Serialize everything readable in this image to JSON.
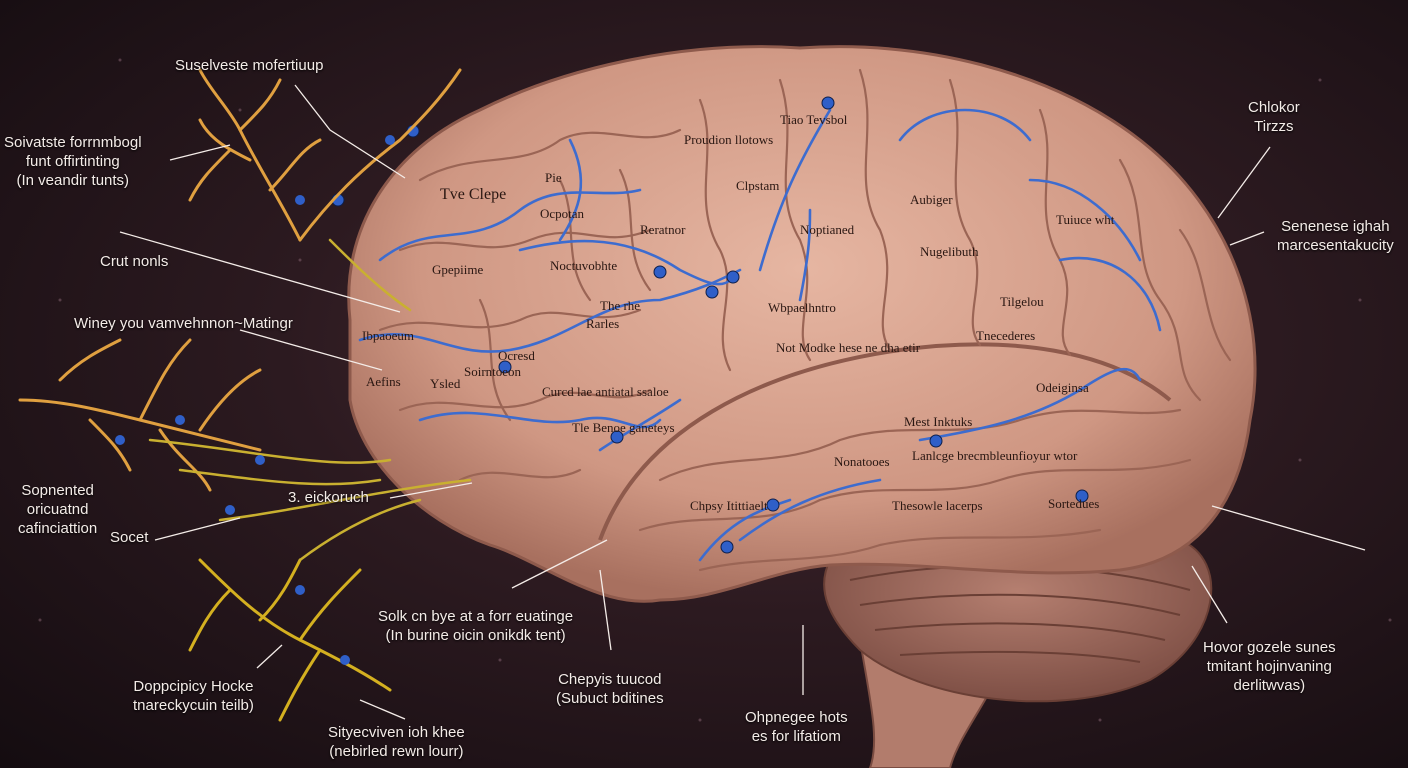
{
  "colors": {
    "background": "#1c1217",
    "brain": "#d9a590",
    "fold": "#8e5a4c",
    "pathway": "#3d6ccf",
    "neuron": "#e0a040",
    "label_text": "#f4ece8"
  },
  "callouts": {
    "top_left": "Suselveste mofertiuup",
    "left_1": [
      "Soivatste forrnmbogl",
      "funt offirtinting",
      "(In veandir tunts)"
    ],
    "left_2": "Crut nonls",
    "left_3": "Winey you vamvehnnon~Matingr",
    "left_4": [
      "Sopnented",
      "oricuatnd",
      "cafinciattion"
    ],
    "left_5": "Socet",
    "mid_arrow": "3. eickoruch",
    "bottom_left_1": [
      "Doppcipicy Hocke",
      "tnareckycuin teilb)"
    ],
    "bottom_left_2": [
      "Sityecviven ioh khee",
      "(nebirled rewn lourr)"
    ],
    "bottom_center_1": [
      "Solk cn bye at a forr euatinge",
      "(In burine oicin onikdk tent)"
    ],
    "bottom_center_2": [
      "Chepyis tuucod",
      "(Subuct bditines"
    ],
    "bottom_center_3": [
      "Ohpnegee hots",
      "es for lifatiom"
    ],
    "right_1": [
      "Chlokor",
      "Tirzzs"
    ],
    "right_2": [
      "Senenese ighah",
      "marcesentakucity"
    ],
    "right_3": [
      "Hovor gozele sunes",
      "tmitant hojinvaning",
      "derlitwvas)"
    ]
  },
  "brain_labels": [
    "Tve Clepe",
    "Pie",
    "Ocpotan",
    "Noctuvobhte",
    "Reratnor",
    "Gpepiime",
    "Proudion llotows",
    "Tiao Tevsbol",
    "Clpstam",
    "Noptianed",
    "Wbpaelhntro",
    "Aubiger",
    "Nugelibuth",
    "Tuiuce wht",
    "Ibpaoeum",
    "Aefins",
    "Ysled",
    "Soirntoeon",
    "Ocresd",
    "The rhe",
    "Rarles",
    "Tilgelou",
    "Tnecederes",
    "Not Modke hese ne dha etir",
    "Curcd lae antiatal ssaloe",
    "Tle Benoe ganeteys",
    "Mest Inktuks",
    "Odeiginsa",
    "Nonatooes",
    "Lanlcge brecmbleunfioyur wtor",
    "Chpsy Itittiaelt",
    "Thesowle lacerps",
    "Sortedues"
  ]
}
